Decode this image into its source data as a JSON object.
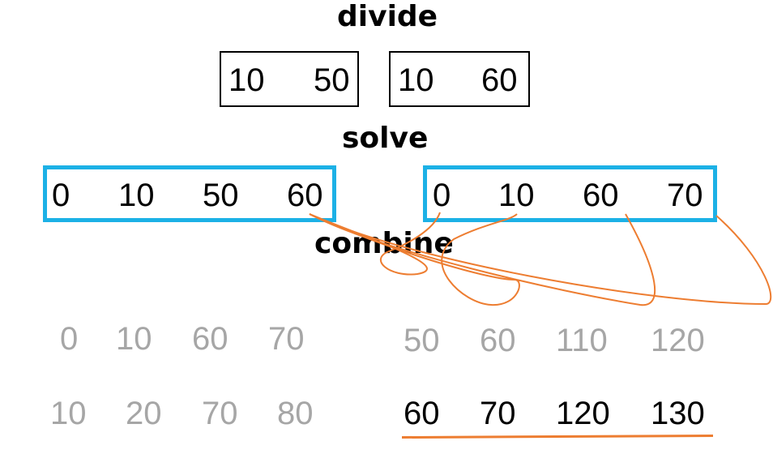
{
  "headings": {
    "divide": "divide",
    "solve": "solve",
    "combine": "combine"
  },
  "divide_boxes": [
    [
      "10",
      "50"
    ],
    [
      "10",
      "60"
    ]
  ],
  "solve_boxes": [
    [
      "0",
      "10",
      "50",
      "60"
    ],
    [
      "0",
      "10",
      "60",
      "70"
    ]
  ],
  "combine_rows": {
    "row1_left": [
      "0",
      "10",
      "60",
      "70"
    ],
    "row1_right": [
      "50",
      "60",
      "110",
      "120"
    ],
    "row2_left": [
      "10",
      "20",
      "70",
      "80"
    ],
    "row2_right": [
      "60",
      "70",
      "120",
      "130"
    ]
  },
  "colors": {
    "box_blue": "#1cb1e6",
    "arrow_orange": "#ed7d31",
    "faded_gray": "#a6a6a6",
    "text": "#000000"
  }
}
